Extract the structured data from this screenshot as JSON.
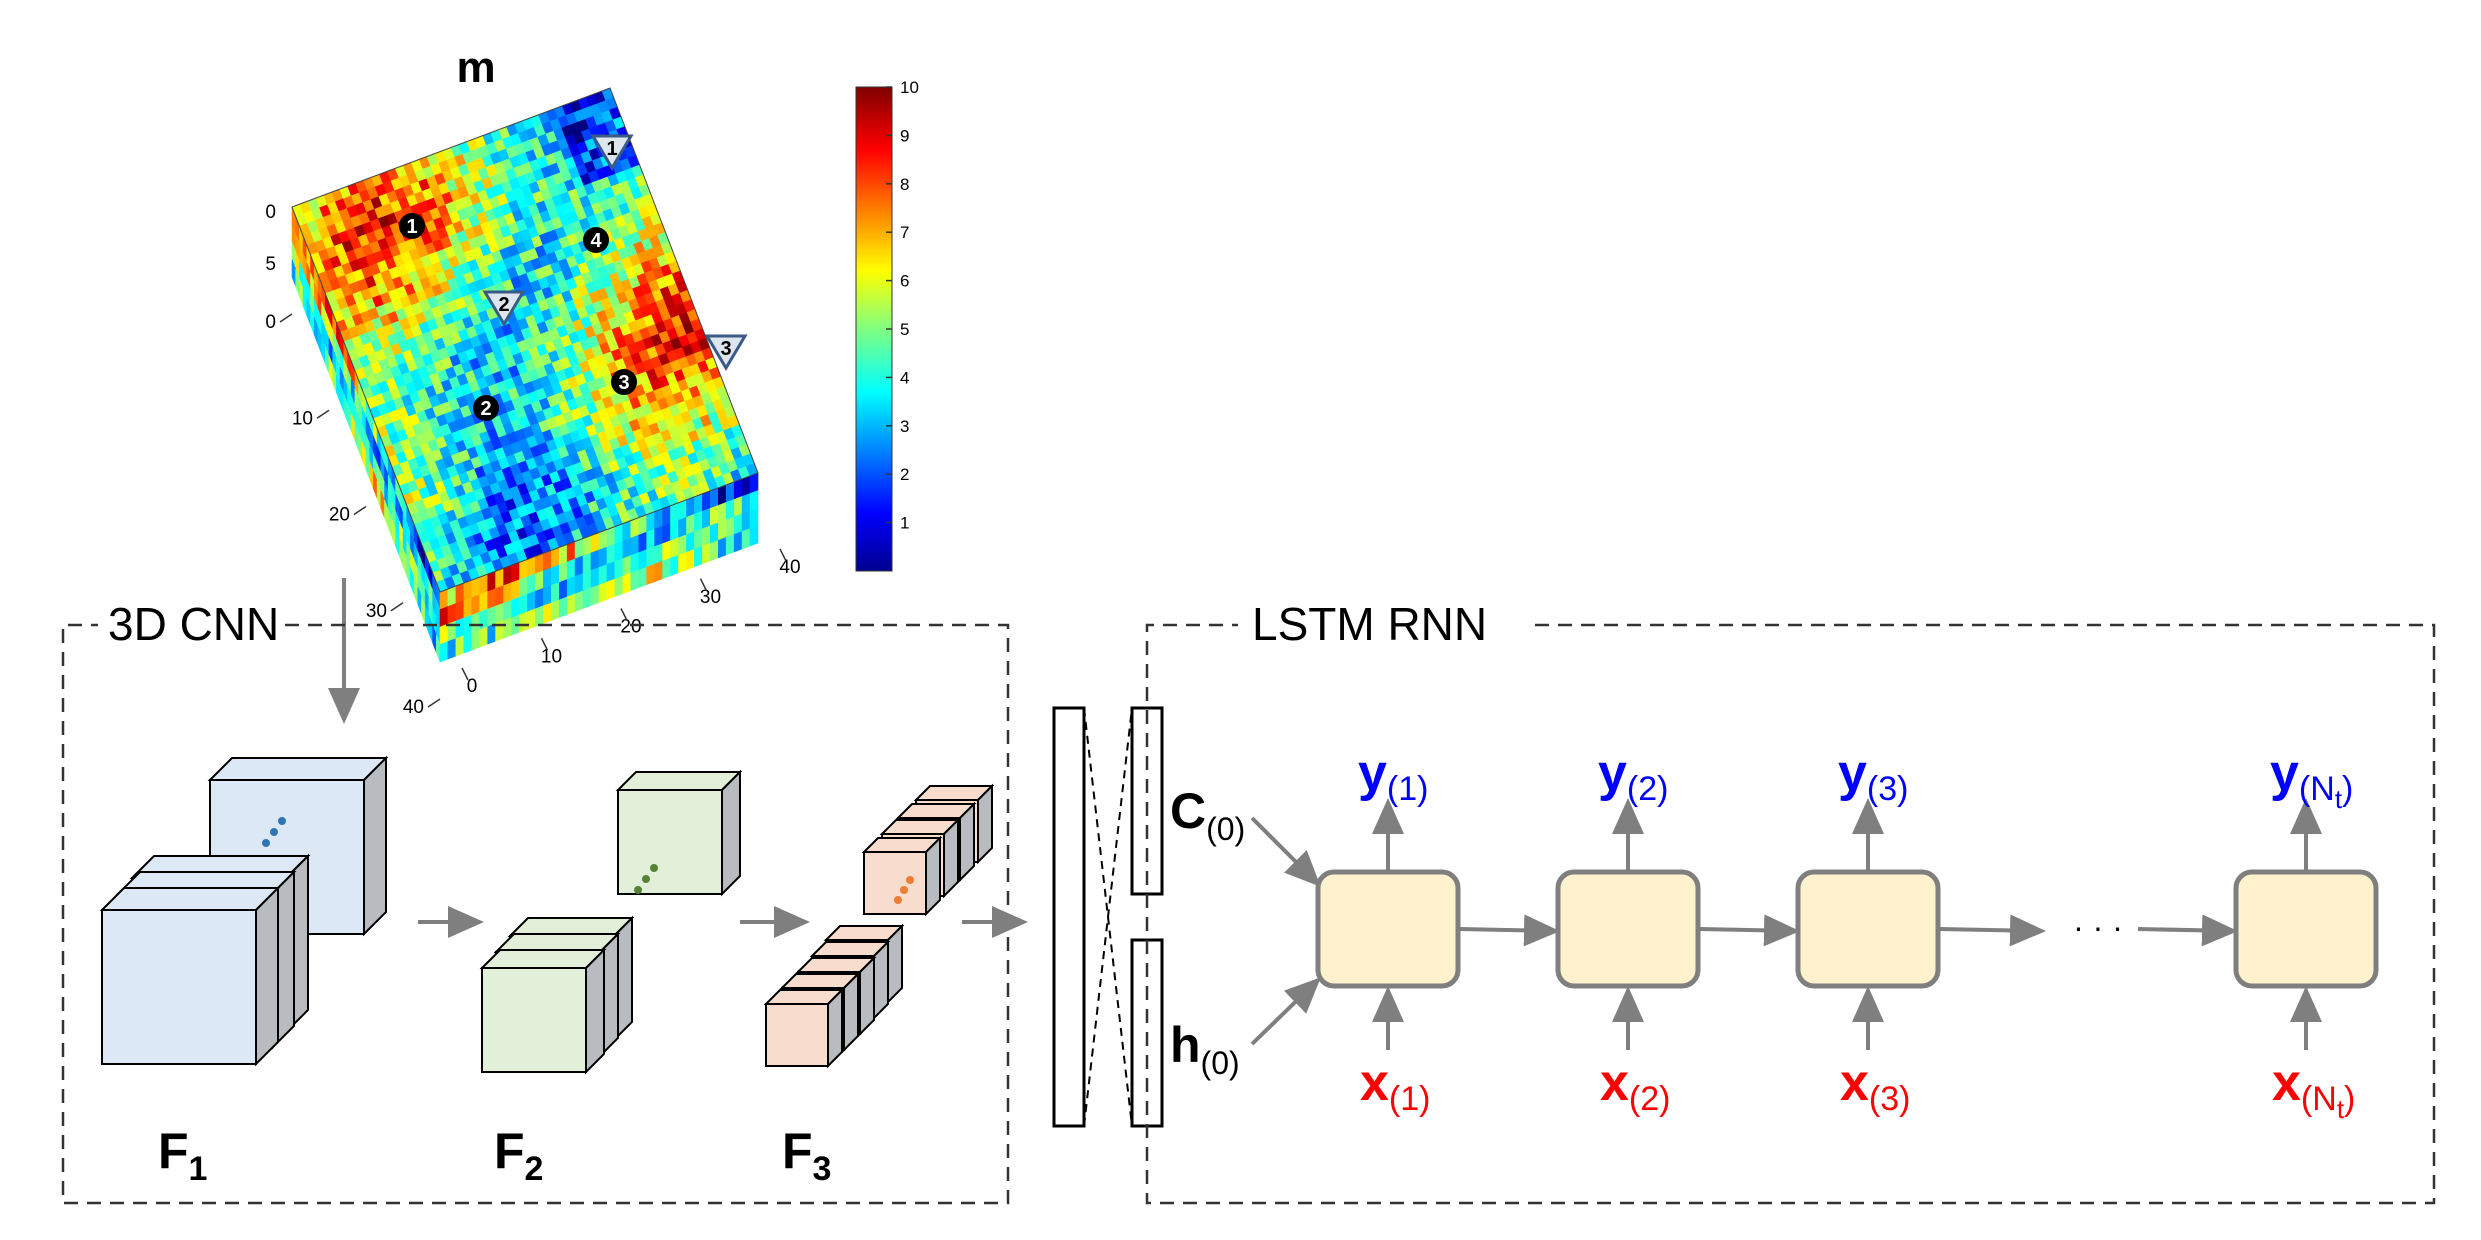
{
  "field": {
    "title": "m",
    "grid_size": 40,
    "layers": 4,
    "colorbar": {
      "min": 0,
      "max": 10,
      "ticks": [
        "1",
        "2",
        "3",
        "4",
        "5",
        "6",
        "7",
        "8",
        "9",
        "10"
      ]
    },
    "axis_ticks": {
      "depth": [
        "0",
        "5"
      ],
      "edge_left": [
        "0",
        "10",
        "20",
        "30",
        "40"
      ],
      "edge_front": [
        "0",
        "10",
        "20",
        "30",
        "40"
      ]
    },
    "wells": {
      "injectors": [
        "1",
        "2",
        "3"
      ],
      "producers": [
        "1",
        "2",
        "3",
        "4"
      ]
    }
  },
  "cnn": {
    "label": "3D CNN",
    "stages": [
      {
        "base": "F",
        "sub": "1"
      },
      {
        "base": "F",
        "sub": "2"
      },
      {
        "base": "F",
        "sub": "3"
      }
    ],
    "colors": {
      "f1": "#dce8f5",
      "f2": "#e2efd9",
      "f3": "#f8dccd",
      "dot1": "#2e75b6",
      "dot2": "#548235",
      "dot3": "#ed7d31"
    }
  },
  "lstm": {
    "label": "LSTM RNN",
    "cell_state": {
      "base": "C",
      "sub": "(0)"
    },
    "hidden_state": {
      "base": "h",
      "sub": "(0)"
    },
    "ellipsis": "· · ·",
    "outputs": [
      {
        "base": "y",
        "sub": "(1)"
      },
      {
        "base": "y",
        "sub": "(2)"
      },
      {
        "base": "y",
        "sub": "(3)"
      },
      {
        "base": "y",
        "sub": "(N",
        "subsub": "t",
        "close": ")"
      }
    ],
    "inputs": [
      {
        "base": "x",
        "sub": "(1)"
      },
      {
        "base": "x",
        "sub": "(2)"
      },
      {
        "base": "x",
        "sub": "(3)"
      },
      {
        "base": "x",
        "sub": "(N",
        "subsub": "t",
        "close": ")"
      }
    ],
    "colors": {
      "cell_fill": "#fff2cc",
      "cell_stroke": "#7f7f7f",
      "output": "#0000ff",
      "input": "#ff0000"
    }
  }
}
